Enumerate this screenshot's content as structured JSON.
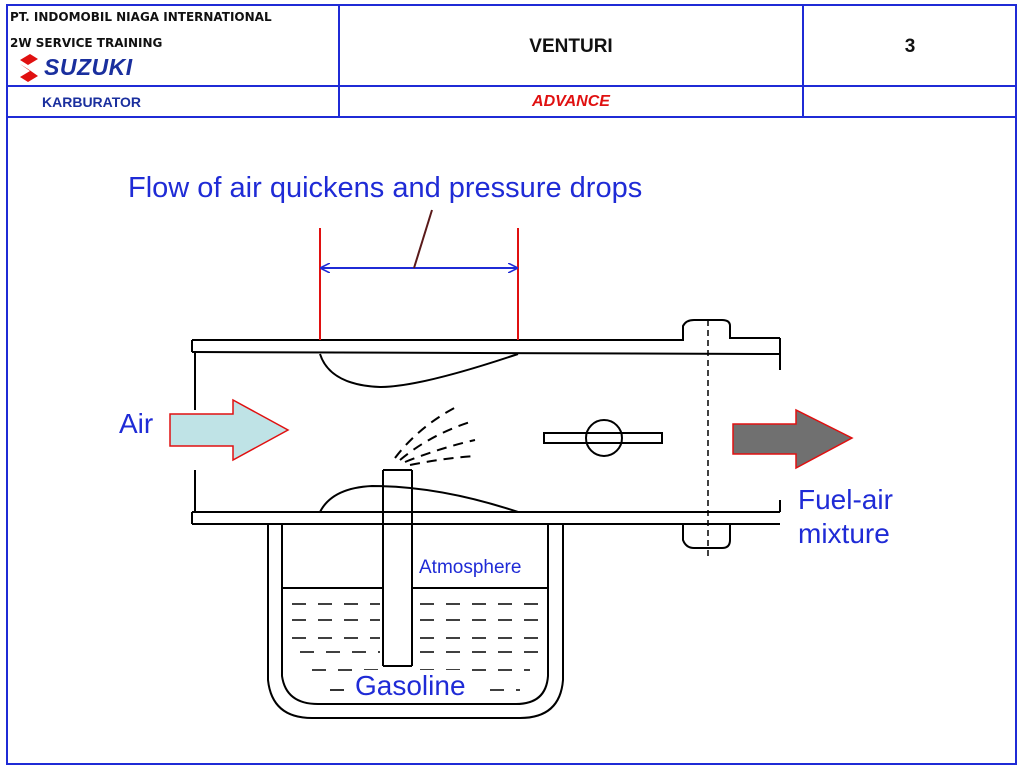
{
  "header": {
    "company": "PT. INDOMOBIL NIAGA INTERNATIONAL",
    "training": "2W SERVICE TRAINING",
    "brand": "SUZUKI",
    "title": "VENTURI",
    "page_number": "3",
    "subject": "KARBURATOR",
    "level": "ADVANCE"
  },
  "diagram": {
    "caption": "Flow of air quickens and pressure drops",
    "air_in": "Air",
    "mixture_out_line1": "Fuel-air",
    "mixture_out_line2": "mixture",
    "atmosphere": "Atmosphere",
    "gasoline": "Gasoline"
  },
  "colors": {
    "border": "#1f2bd6",
    "label_text": "#1f2bd6",
    "level_text": "#e01010",
    "brand": "#1a2f9e",
    "brand_mark": "#e01010",
    "air_arrow": "#bfe3e6",
    "mixture_arrow": "#707070",
    "marker_lines": "#e01010"
  }
}
